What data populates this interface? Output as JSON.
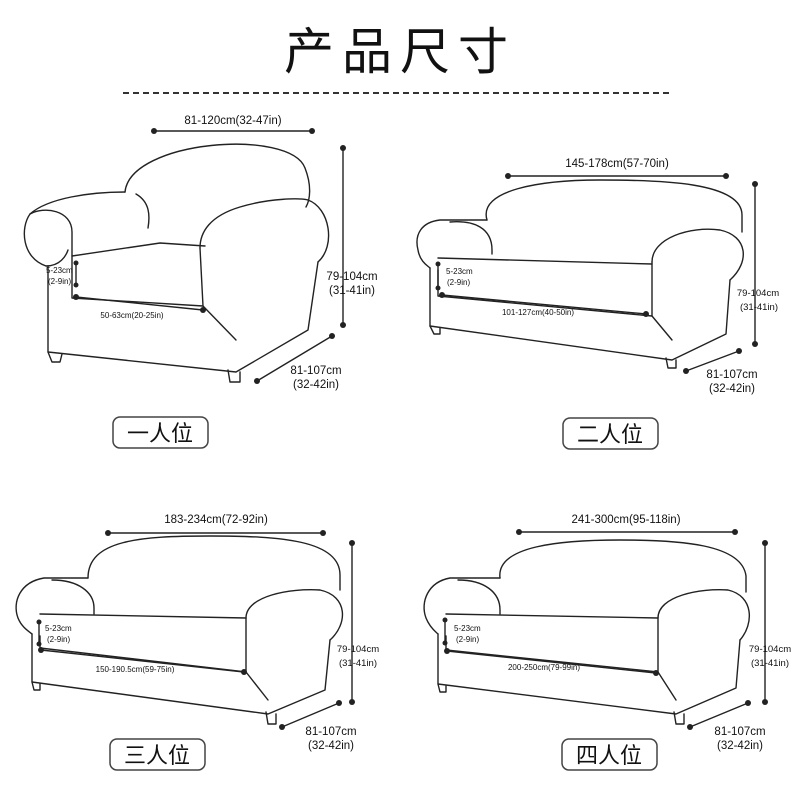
{
  "title": "产品尺寸",
  "sofas": [
    {
      "name": "一人位",
      "width": "81-120cm(32-47in)",
      "cushion_width": "50-63cm(20-25in)",
      "height_cm": "79-104cm",
      "height_in": "(31-41in)",
      "depth_cm": "81-107cm",
      "depth_in": "(32-42in)",
      "arm_cm": "5-23cm",
      "arm_in": "(2-9in)"
    },
    {
      "name": "二人位",
      "width": "145-178cm(57-70in)",
      "cushion_width": "101-127cm(40-50in)",
      "height_cm": "79-104cm",
      "height_in": "(31-41in)",
      "depth_cm": "81-107cm",
      "depth_in": "(32-42in)",
      "arm_cm": "5-23cm",
      "arm_in": "(2-9in)"
    },
    {
      "name": "三人位",
      "width": "183-234cm(72-92in)",
      "cushion_width": "150-190.5cm(59-75in)",
      "height_cm": "79-104cm",
      "height_in": "(31-41in)",
      "depth_cm": "81-107cm",
      "depth_in": "(32-42in)",
      "arm_cm": "5-23cm",
      "arm_in": "(2-9in)"
    },
    {
      "name": "四人位",
      "width": "241-300cm(95-118in)",
      "cushion_width": "200-250cm(79-99in)",
      "height_cm": "79-104cm",
      "height_in": "(31-41in)",
      "depth_cm": "81-107cm",
      "depth_in": "(32-42in)",
      "arm_cm": "5-23cm",
      "arm_in": "(2-9in)"
    }
  ]
}
